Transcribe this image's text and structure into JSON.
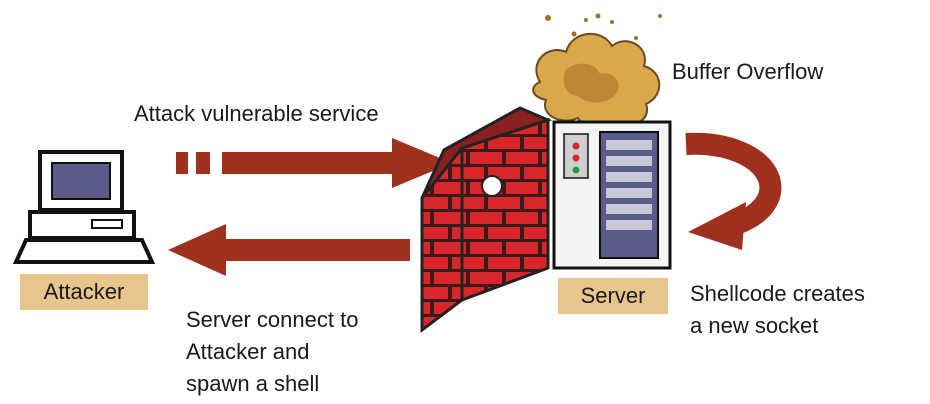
{
  "labels": {
    "attack": "Attack vulnerable service",
    "overflow": "Buffer Overflow",
    "attacker": "Attacker",
    "server": "Server",
    "shellcode_line1": "Shellcode creates",
    "shellcode_line2": "a new socket",
    "connect_line1": "Server connect to",
    "connect_line2": "Attacker and",
    "connect_line3": "spawn a shell"
  },
  "colors": {
    "arrow": "#a0301e",
    "brick": "#d8262b",
    "mortar": "#3a1a1a",
    "tag_bg": "#e9c58e",
    "explosion": "#d9a84a"
  },
  "icons": [
    "computer-icon",
    "firewall-icon",
    "server-icon",
    "explosion-icon",
    "loop-arrow-icon"
  ]
}
